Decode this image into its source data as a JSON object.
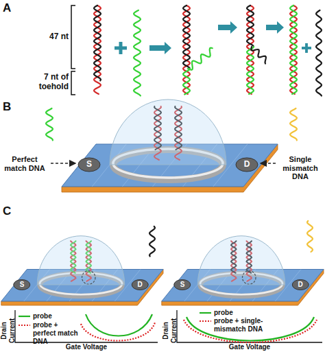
{
  "diagram": {
    "labels": [
      "A",
      "47 nt",
      "7 nt of toehold",
      "B",
      "Perfect match DNA",
      "Single mismatch DNA",
      "S",
      "D",
      "C",
      "S",
      "D",
      "S",
      "D",
      "Drain Current",
      "Gate Voltage",
      "Drain Current",
      "Gate Voltage"
    ],
    "legend": [
      {
        "text": "probe"
      },
      {
        "text": "probe + perfect match DNA"
      },
      {
        "text": "probe"
      },
      {
        "text": "probe + single-mismatch DNA"
      }
    ]
  }
}
